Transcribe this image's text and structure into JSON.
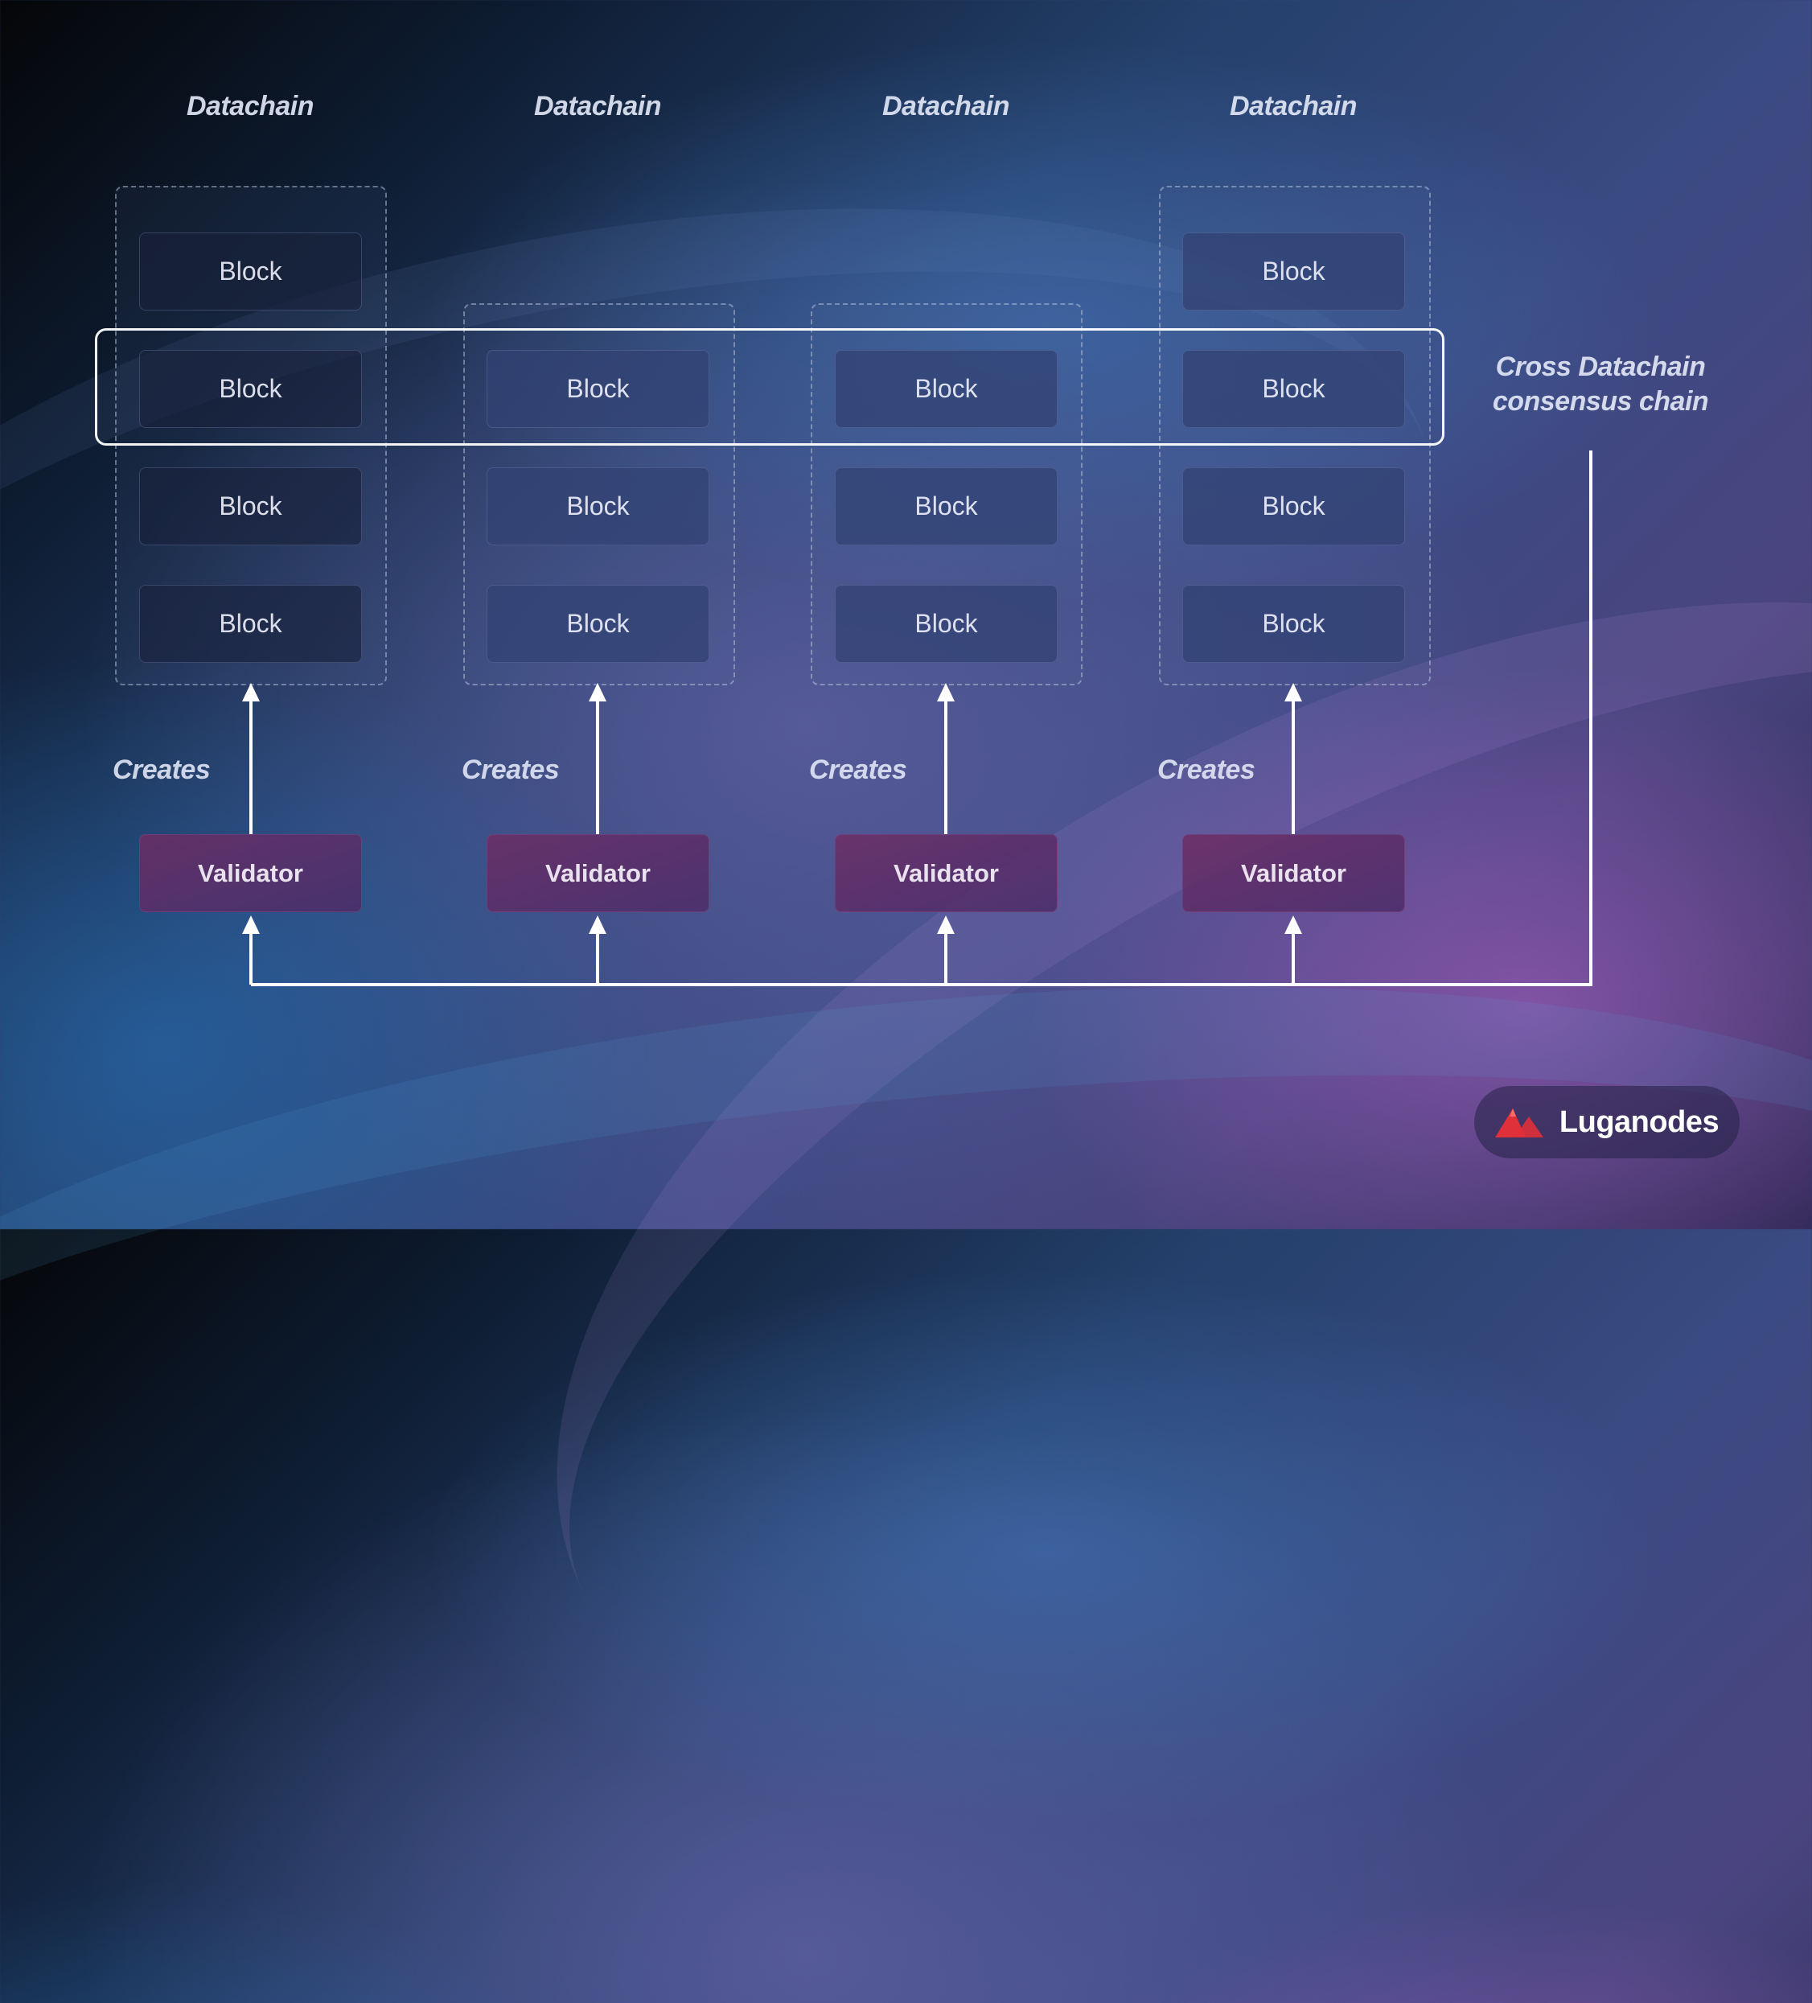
{
  "columns": [
    {
      "title": "Datachain",
      "blocks": [
        "Block",
        "Block",
        "Block",
        "Block"
      ],
      "creates_label": "Creates",
      "validator_label": "Validator"
    },
    {
      "title": "Datachain",
      "blocks": [
        "Block",
        "Block",
        "Block"
      ],
      "creates_label": "Creates",
      "validator_label": "Validator"
    },
    {
      "title": "Datachain",
      "blocks": [
        "Block",
        "Block",
        "Block"
      ],
      "creates_label": "Creates",
      "validator_label": "Validator"
    },
    {
      "title": "Datachain",
      "blocks": [
        "Block",
        "Block",
        "Block",
        "Block"
      ],
      "creates_label": "Creates",
      "validator_label": "Validator"
    }
  ],
  "consensus": {
    "line1": "Cross Datachain",
    "line2": "consensus chain"
  },
  "brand": {
    "name": "Luganodes",
    "color": "#e0303a"
  },
  "colors": {
    "arrow": "#ffffff",
    "validator": "#6e2d64"
  }
}
